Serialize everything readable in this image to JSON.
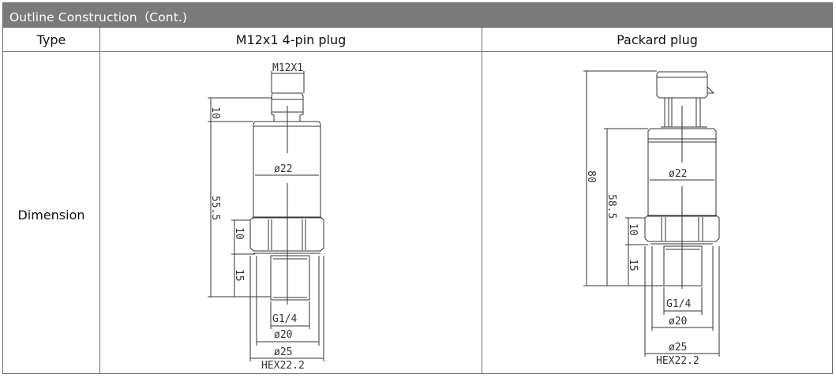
{
  "title": "Outline Construction（Cont.)",
  "table": {
    "header_row": {
      "label": "Type",
      "columns": [
        "M12x1 4-pin plug",
        "Packard plug"
      ]
    },
    "dimension_row": {
      "label": "Dimension",
      "drawings": [
        {
          "name": "M12x1 4-pin plug",
          "thread_top": "M12X1",
          "body_diameter": "ø22",
          "total_height": "55.5",
          "connector_height": "10",
          "hex_height": "10",
          "thread_length": "15",
          "thread_bottom": "G1/4",
          "thread_diameter": "ø20",
          "hex_diameter": "ø25",
          "hex_size": "HEX22.2"
        },
        {
          "name": "Packard plug",
          "overall_height": "80",
          "body_height": "58.5",
          "body_diameter": "ø22",
          "hex_height": "10",
          "thread_length": "15",
          "thread_bottom": "G1/4",
          "thread_diameter": "ø20",
          "hex_diameter": "ø25",
          "hex_size": "HEX22.2"
        }
      ]
    }
  },
  "colors": {
    "title_bar": "#7b7b7b",
    "border": "#6e6e6e",
    "line": "#333333"
  }
}
